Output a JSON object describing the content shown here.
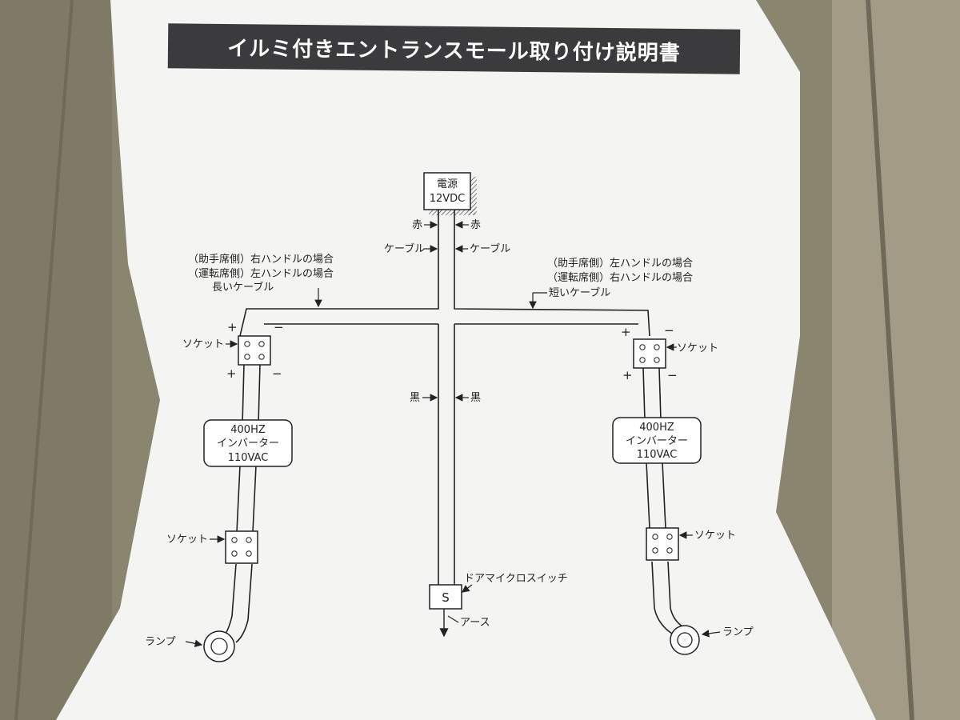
{
  "title": "イルミ付きエントランスモール取り付け説明書",
  "power": {
    "line1": "電源",
    "line2": "12VDC"
  },
  "center": {
    "red_left": "赤",
    "red_right": "赤",
    "cable_left": "ケーブル",
    "cable_right": "ケーブル",
    "black_left": "黒",
    "black_right": "黒",
    "switch_symbol": "S",
    "switch_label": "ドアマイクロスイッチ",
    "ground_label": "アース"
  },
  "left_branch": {
    "note1": "（助手席側）右ハンドルの場合",
    "note2": "（運転席側）左ハンドルの場合",
    "cable": "長いケーブル",
    "socket_top": "ソケット",
    "socket_bottom": "ソケット",
    "inverter": {
      "line1": "400HZ",
      "line2": "インバーター",
      "line3": "110VAC"
    },
    "lamp": "ランプ"
  },
  "right_branch": {
    "note1": "（助手席側）左ハンドルの場合",
    "note2": "（運転席側）右ハンドルの場合",
    "cable": "短いケーブル",
    "socket_top": "ソケット",
    "socket_bottom": "ソケット",
    "inverter": {
      "line1": "400HZ",
      "line2": "インバーター",
      "line3": "110VAC"
    },
    "lamp": "ランプ"
  },
  "polarity": {
    "plus": "+",
    "minus": "−"
  }
}
